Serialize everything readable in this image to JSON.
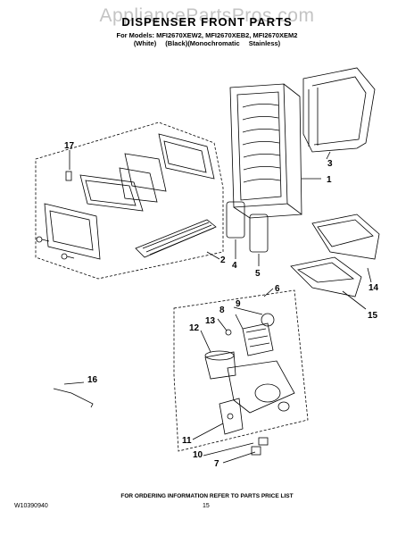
{
  "watermark": "AppliancePartsPros.com",
  "title": "DISPENSER FRONT PARTS",
  "models_line": "For Models: MFI2670XEW2, MFI2670XEB2, MFI2670XEM2",
  "variants_line": "(White)  (Black)(Monochromatic Stainless)",
  "footer": "FOR ORDERING INFORMATION REFER TO PARTS PRICE LIST",
  "doc_number": "W10390940",
  "page_number": "15",
  "callouts": [
    "17",
    "3",
    "1",
    "2",
    "4",
    "5",
    "6",
    "14",
    "15",
    "9",
    "8",
    "13",
    "12",
    "16",
    "11",
    "10",
    "7"
  ]
}
